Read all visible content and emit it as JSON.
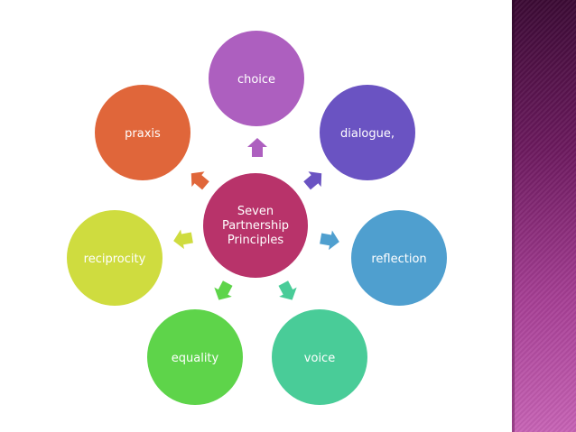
{
  "diagram": {
    "center": {
      "lines": [
        "Seven",
        "Partnership",
        "Principles"
      ],
      "color": "#b8336a"
    },
    "nodes": [
      {
        "id": "choice",
        "label": "choice",
        "color": "#ad5fbf",
        "arrow_color": "#ad5fbf"
      },
      {
        "id": "dialogue",
        "label": "dialogue,",
        "color": "#6a53c2",
        "arrow_color": "#6a53c2"
      },
      {
        "id": "reflection",
        "label": "reflection",
        "color": "#4f9fcf",
        "arrow_color": "#4f9fcf"
      },
      {
        "id": "voice",
        "label": "voice",
        "color": "#49cc98",
        "arrow_color": "#49cc98"
      },
      {
        "id": "equality",
        "label": "equality",
        "color": "#5ed44a",
        "arrow_color": "#5ed44a"
      },
      {
        "id": "reciprocity",
        "label": "reciprocity",
        "color": "#cfdc3f",
        "arrow_color": "#cfdc3f"
      },
      {
        "id": "praxis",
        "label": "praxis",
        "color": "#e0663a",
        "arrow_color": "#e0663a"
      }
    ]
  },
  "theme": {
    "side_band_color": "#8a2d7a"
  }
}
